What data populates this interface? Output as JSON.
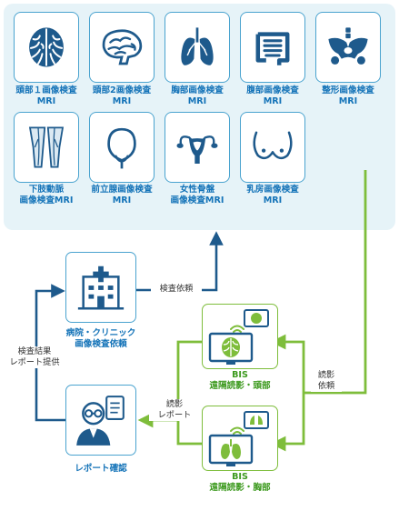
{
  "exams": [
    {
      "line1": "頭部１画像検査",
      "line2": "MRI"
    },
    {
      "line1": "頭部2画像検査",
      "line2": "MRI"
    },
    {
      "line1": "胸部画像検査",
      "line2": "MRI"
    },
    {
      "line1": "腹部画像検査",
      "line2": "MRI"
    },
    {
      "line1": "整形画像検査",
      "line2": "MRI"
    },
    {
      "line1": "下肢動脈",
      "line2": "画像検査MRI"
    },
    {
      "line1": "前立腺画像検査",
      "line2": "MRI"
    },
    {
      "line1": "女性骨盤",
      "line2": "画像検査MRI"
    },
    {
      "line1": "乳房画像検査",
      "line2": "MRI"
    }
  ],
  "icons": [
    "brain-icon",
    "brain-side-icon",
    "lungs-icon",
    "intestine-icon",
    "pelvis-icon",
    "legs-icon",
    "prostate-icon",
    "uterus-icon",
    "breast-icon"
  ],
  "hospital": {
    "line1": "病院・クリニック",
    "line2": "画像検査依頼"
  },
  "report_confirm": {
    "label": "レポート確認"
  },
  "bis_head": {
    "line1": "BIS",
    "line2": "遠隔読影・頭部"
  },
  "bis_chest": {
    "line1": "BIS",
    "line2": "遠隔読影・胸部"
  },
  "flow_labels": {
    "exam_request": "検査依頼",
    "results": {
      "line1": "検査結果",
      "line2": "レポート提供"
    },
    "interpretation_report": {
      "line1": "読影",
      "line2": "レポート"
    },
    "interpretation_request": {
      "line1": "読影",
      "line2": "依頼"
    }
  },
  "colors": {
    "blue": "#1473b8",
    "green": "#7ebd3b",
    "panel": "#e6f3f8",
    "dark": "#1e5a8c"
  }
}
